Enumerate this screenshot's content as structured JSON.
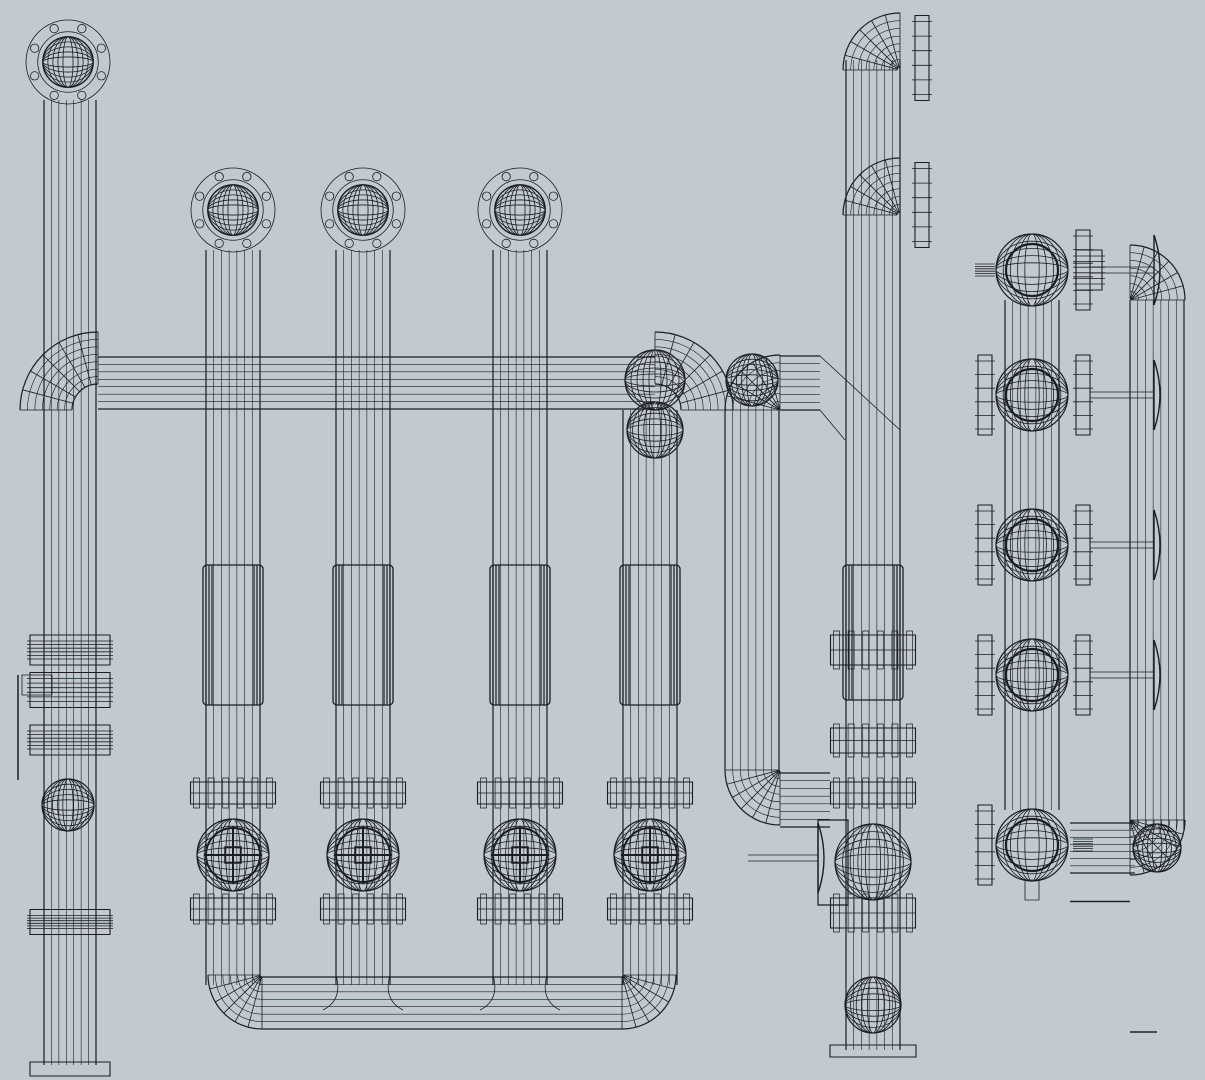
{
  "colors": {
    "background": "#c1c9d1",
    "wireframe": "#1c1f22"
  },
  "assemblies": [
    {
      "type": "vertical-pipe-with-ball-valve"
    },
    {
      "type": "manifold-with-four-valves"
    },
    {
      "type": "riser-with-gate-valve"
    },
    {
      "type": "header-with-five-handwheel-valves"
    }
  ]
}
